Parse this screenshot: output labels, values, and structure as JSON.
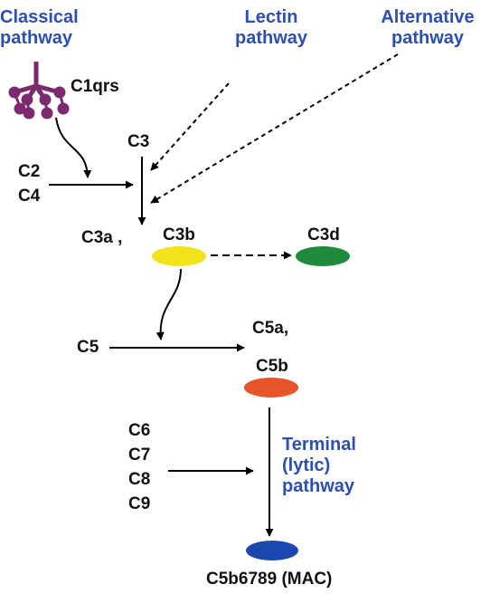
{
  "pathways": {
    "classical": {
      "line1": "Classical",
      "line2": "pathway"
    },
    "lectin": {
      "line1": "Lectin",
      "line2": "pathway"
    },
    "alternative": {
      "line1": "Alternative",
      "line2": "pathway"
    },
    "terminal": {
      "line1": "Terminal",
      "line2": "(lytic)",
      "line3": "pathway"
    }
  },
  "components": {
    "c1qrs": "C1qrs",
    "c3": "C3",
    "c2": "C2",
    "c4": "C4",
    "c3a": "C3a ,",
    "c3b": "C3b",
    "c3d": "C3d",
    "c5": "C5",
    "c5a": "C5a,",
    "c5b": "C5b",
    "c6": "C6",
    "c7": "C7",
    "c8": "C8",
    "c9": "C9",
    "mac": "C5b6789 (MAC)"
  },
  "colors": {
    "pathway_text": "#2b4fb4",
    "c1qrs_icon": "#7b2a6e",
    "c3b_fill": "#f2e21a",
    "c3d_fill": "#1e8a3c",
    "c5b_fill": "#e8542a",
    "mac_fill": "#1d47b0"
  },
  "icons": {
    "c1qrs": "c1qrs-molecule-icon"
  }
}
